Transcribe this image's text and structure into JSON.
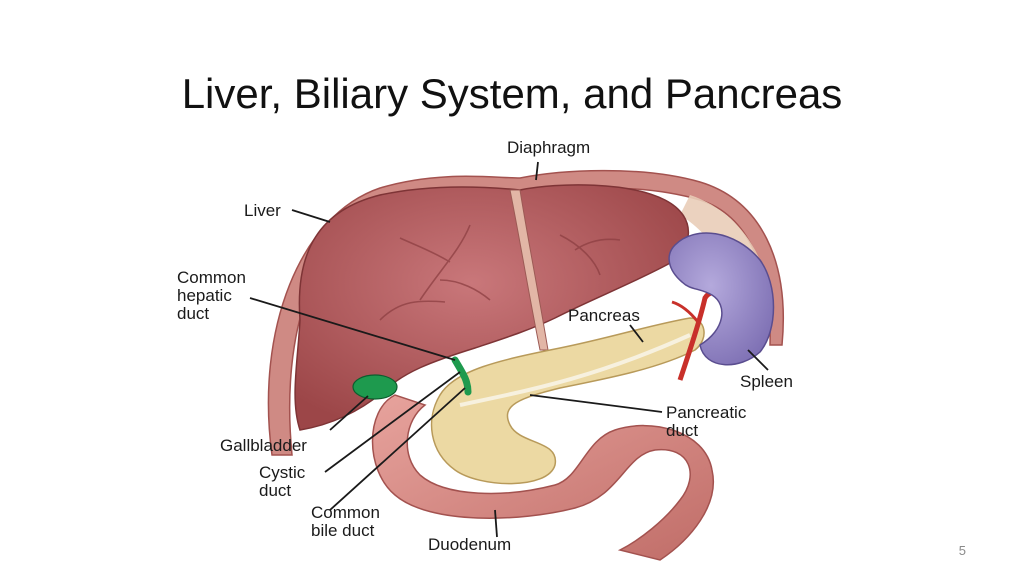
{
  "slide": {
    "title": "Liver, Biliary System, and Pancreas",
    "page_number": "5"
  },
  "labels": {
    "diaphragm": "Diaphragm",
    "liver": "Liver",
    "common_hepatic_duct": [
      "Common",
      "hepatic",
      "duct"
    ],
    "gallbladder": "Gallbladder",
    "cystic_duct": [
      "Cystic",
      "duct"
    ],
    "common_bile_duct": [
      "Common",
      "bile duct"
    ],
    "duodenum": "Duodenum",
    "pancreas": "Pancreas",
    "pancreatic_duct": [
      "Pancreatic",
      "duct"
    ],
    "spleen": "Spleen"
  },
  "colors": {
    "liver": "#b35a5c",
    "diaphragm": "#c87b77",
    "pancreas": "#ecd9a3",
    "spleen": "#9a8ec9",
    "gallbladder": "#1e9a4e",
    "duodenum": "#d98c86",
    "artery": "#c8302a"
  }
}
